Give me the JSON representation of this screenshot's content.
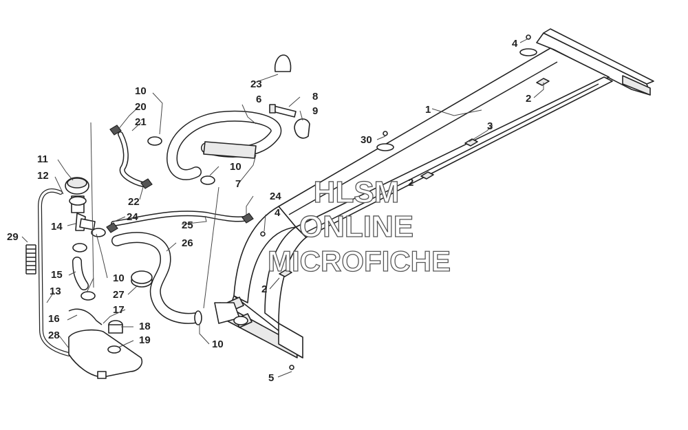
{
  "watermark": {
    "line1": "HLSM",
    "line2": "ONLINE",
    "line3": "MICROFICHE"
  },
  "callouts": {
    "c1": "1",
    "c2a": "2",
    "c2b": "2",
    "c2c": "2",
    "c3": "3",
    "c4a": "4",
    "c4b": "4",
    "c5": "5",
    "c6": "6",
    "c7": "7",
    "c8": "8",
    "c9": "9",
    "c10a": "10",
    "c10b": "10",
    "c10c": "10",
    "c10d": "10",
    "c11": "11",
    "c12": "12",
    "c13": "13",
    "c14": "14",
    "c15": "15",
    "c16": "16",
    "c17": "17",
    "c18": "18",
    "c19": "19",
    "c20": "20",
    "c21": "21",
    "c22": "22",
    "c23": "23",
    "c24a": "24",
    "c24b": "24",
    "c25": "25",
    "c26": "26",
    "c27": "27",
    "c28": "28",
    "c29": "29",
    "c30": "30"
  },
  "icons": {
    "diagram": "exploded-parts-diagram"
  }
}
